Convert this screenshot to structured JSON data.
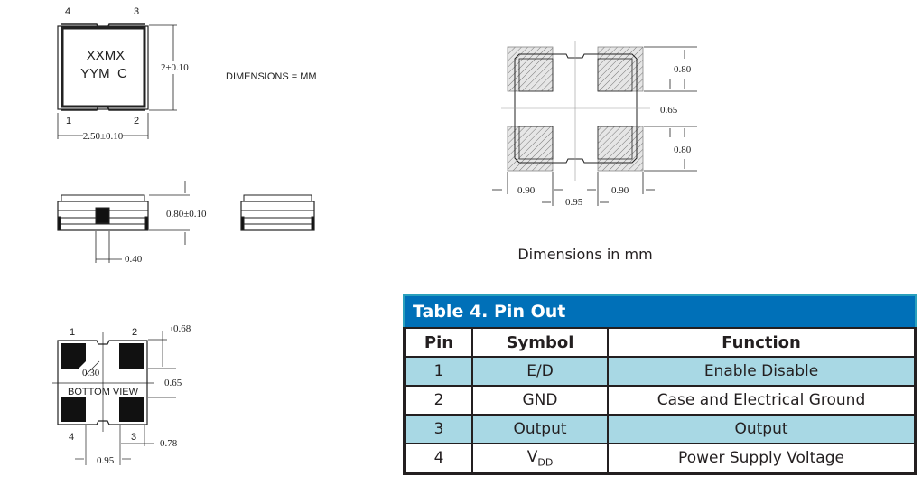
{
  "top_view": {
    "marking_line1": "XXMX",
    "marking_line2": "YYM  C",
    "pin_labels": [
      "1",
      "2",
      "3",
      "4"
    ],
    "height_dim": "2±0.10",
    "width_dim": "2.50±0.10"
  },
  "dimensions_note": "DIMENSIONS = MM",
  "side_view": {
    "thickness_dim": "0.80±0.10",
    "pad_width_dim": "0.40"
  },
  "bottom_view": {
    "label": "BOTTOM VIEW",
    "pin_labels": [
      "1",
      "2",
      "3",
      "4"
    ],
    "dims": {
      "pad_height": "0.68",
      "pad_gap_v": "0.65",
      "pad_width": "0.78",
      "pad_gap_h": "0.95",
      "chamfer": "0.30"
    }
  },
  "land_pattern": {
    "dims": {
      "pad_h_top": "0.80",
      "gap_v": "0.65",
      "pad_h_bottom": "0.80",
      "pad_w_left": "0.90",
      "pad_w_right": "0.90",
      "gap_h": "0.95"
    },
    "caption": "Dimensions in mm"
  },
  "pin_table": {
    "title": "Table 4. Pin Out",
    "headers": [
      "Pin",
      "Symbol",
      "Function"
    ],
    "rows": [
      {
        "pin": "1",
        "symbol": "E/D",
        "function": "Enable Disable"
      },
      {
        "pin": "2",
        "symbol": "GND",
        "function": "Case and Electrical Ground"
      },
      {
        "pin": "3",
        "symbol": "Output",
        "function": "Output"
      },
      {
        "pin": "4",
        "symbol": "V",
        "symbol_sub": "DD",
        "function": "Power Supply Voltage"
      }
    ],
    "colors": {
      "title_bg": "#0070b8",
      "alt_row": "#a8d8e4"
    }
  }
}
